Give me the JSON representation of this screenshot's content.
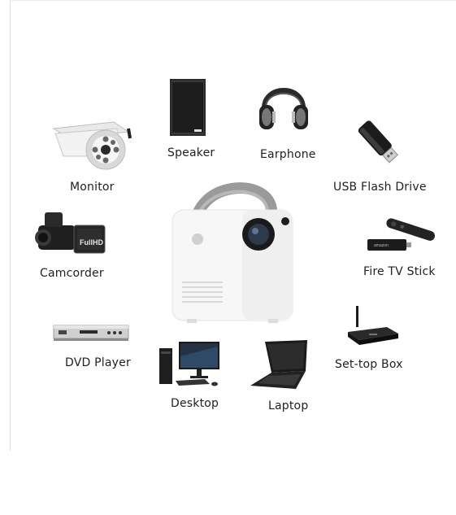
{
  "devices": {
    "speaker": {
      "label": "Speaker",
      "icon": "speaker-icon"
    },
    "earphone": {
      "label": "Earphone",
      "icon": "headphones-icon"
    },
    "monitor": {
      "label": "Monitor",
      "icon": "security-camera-icon"
    },
    "usb": {
      "label": "USB Flash Drive",
      "icon": "usb-drive-icon"
    },
    "camcorder": {
      "label": "Camcorder",
      "icon": "camcorder-icon"
    },
    "firetv": {
      "label": "Fire TV Stick",
      "icon": "fire-tv-stick-icon"
    },
    "dvd": {
      "label": "DVD Player",
      "icon": "dvd-player-icon"
    },
    "settop": {
      "label": "Set-top Box",
      "icon": "set-top-box-icon"
    },
    "desktop": {
      "label": "Desktop",
      "icon": "desktop-computer-icon"
    },
    "laptop": {
      "label": "Laptop",
      "icon": "laptop-icon"
    }
  },
  "product": {
    "icon": "projector-icon"
  },
  "colors": {
    "background": "#ffffff",
    "text": "#1f1f1f",
    "projector_body": "#f7f7f7",
    "handle": "#9a9a9a"
  }
}
